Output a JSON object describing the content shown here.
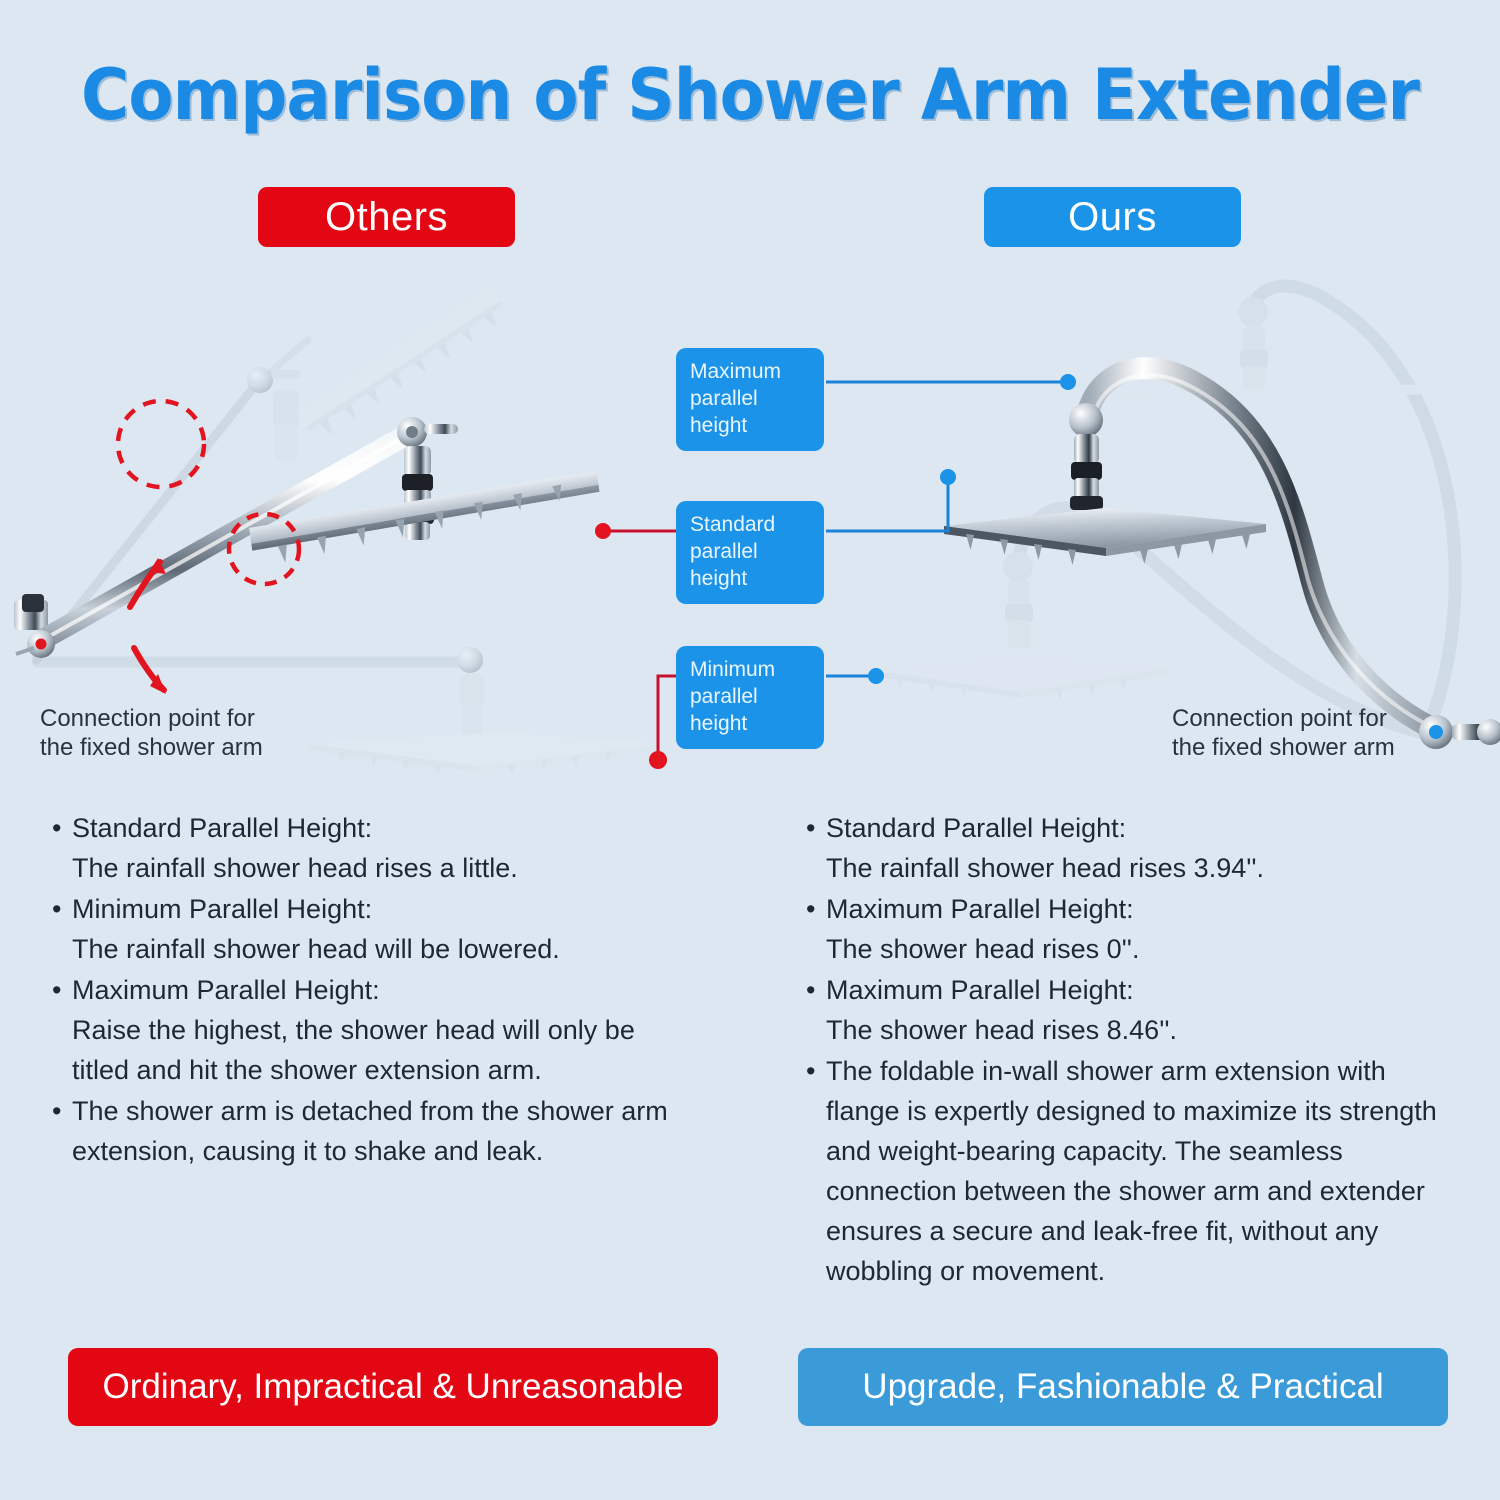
{
  "page": {
    "title": "Comparison of Shower Arm Extender",
    "background_color": "#dce7f2",
    "accent_blue": "#1a93e8",
    "accent_red": "#e30613",
    "title_color": "#1a8ae5"
  },
  "badges": {
    "others": "Others",
    "ours": "Ours"
  },
  "callouts": {
    "maximum": "Maximum\nparallel height",
    "standard": "Standard\nparallel height",
    "minimum": "Minimum\nparallel height"
  },
  "captions": {
    "left": "Connection point for\nthe fixed shower arm",
    "right": "Connection point for\nthe fixed shower arm"
  },
  "left_column": {
    "bullets": [
      {
        "head": "Standard Parallel Height:",
        "sub": "The rainfall shower head rises a little."
      },
      {
        "head": "Minimum Parallel Height:",
        "sub": "The rainfall shower head will be lowered."
      },
      {
        "head": "Maximum Parallel Height:",
        "sub": "Raise the highest, the shower head will only be titled and hit the shower extension arm."
      },
      {
        "head": "The shower arm is detached from the shower arm extension, causing it to shake and leak.",
        "sub": ""
      }
    ]
  },
  "right_column": {
    "bullets": [
      {
        "head": "Standard Parallel Height:",
        "sub": "The rainfall shower head rises 3.94''."
      },
      {
        "head": "Maximum Parallel Height:",
        "sub": "The shower head rises 0''."
      },
      {
        "head": "Maximum Parallel Height:",
        "sub": "The shower head rises 8.46''."
      },
      {
        "head": "The foldable in-wall shower arm extension with flange is expertly designed to maximize its strength and weight-bearing capacity. The seamless connection between the shower arm and extender ensures a secure and leak-free fit, without any wobbling or movement.",
        "sub": ""
      }
    ]
  },
  "banners": {
    "left": "Ordinary, Impractical & Unreasonable",
    "right": "Upgrade, Fashionable & Practical"
  },
  "bullet_marker": "•"
}
